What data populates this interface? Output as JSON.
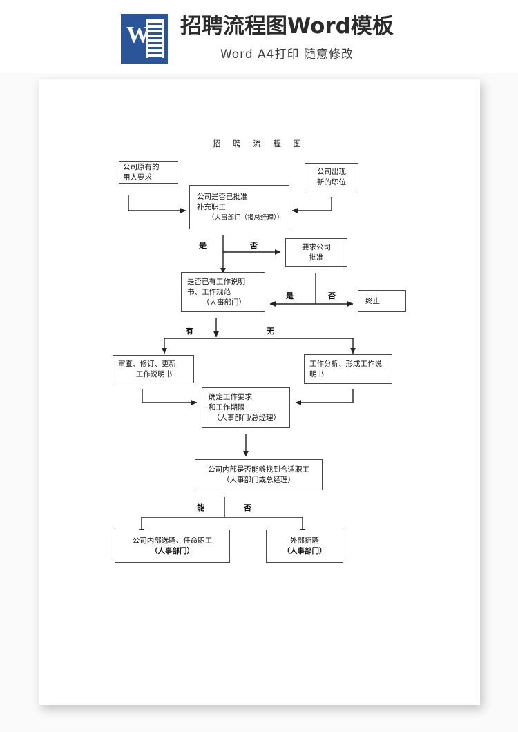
{
  "header": {
    "logo_letter": "W",
    "logo_name": "word-logo",
    "title": "招聘流程图Word模板",
    "subtitle": "Word  A4打印  随意修改"
  },
  "document": {
    "flow_title": "招 聘 流 程 图",
    "nodes": {
      "existing_need": {
        "line1": "公司原有的",
        "line2": "用人要求"
      },
      "new_position": {
        "line1": "公司出现",
        "line2": "新的职位"
      },
      "approval_check": {
        "line1": "公司是否已批准",
        "line2": "补充职工",
        "line3": "（人事部门（报总经理））"
      },
      "request_approval": {
        "line1": "要求公司",
        "line2": "批准"
      },
      "terminate": {
        "line1": "终止"
      },
      "jd_check": {
        "line1": "是否已有工作说明",
        "line2": "书、工作规范",
        "line3": "（人事部门）"
      },
      "review_update_jd": {
        "line1": "审查、修订、更新",
        "line2": "工作说明书"
      },
      "job_analysis": {
        "line1": "工作分析、形成工作说",
        "line2": "明书"
      },
      "define_requirements": {
        "line1": "确定工作要求",
        "line2": "和工作期限",
        "line3": "（人事部门/总经理）"
      },
      "internal_check": {
        "line1": "公司内部是否能够找到合适职工",
        "line2": "（人事部门或总经理）"
      },
      "internal_hire": {
        "line1": "公司内部选聘、任命职工",
        "line2": "（人事部门）"
      },
      "external_hire": {
        "line1": "外部招聘",
        "line2": "（人事部门）"
      }
    },
    "edge_labels": {
      "approval_yes": "是",
      "approval_no": "否",
      "request_yes": "是",
      "request_no": "否",
      "jd_has": "有",
      "jd_none": "无",
      "internal_can": "能",
      "internal_cannot": "否"
    }
  },
  "colors": {
    "brand_blue": "#2a5699",
    "line": "#4a4a4a",
    "page_bg": "#ffffff",
    "canvas_bg": "#fafafa"
  }
}
